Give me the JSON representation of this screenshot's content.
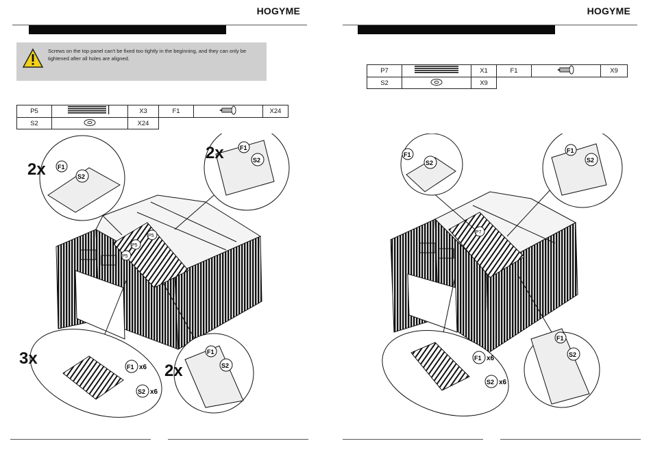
{
  "brand": "HOGYME",
  "left_page": {
    "warning_text": "Screws on the top panel can't be fixed too tightly in the beginning, and they can only be tightened after all holes are aligned.",
    "parts_table": {
      "row1": {
        "part": "P5",
        "qty": "X3",
        "fastener": "F1",
        "fastener_qty": "X24"
      },
      "row2": {
        "part": "S2",
        "qty": "X24"
      }
    },
    "callouts": {
      "top_left": "2x",
      "top_right": "2x",
      "bottom_left": "3x",
      "bottom_right": "2x"
    },
    "labels": {
      "f1": "F1",
      "s2": "S2",
      "p5": "P5",
      "f1_x6": "x6",
      "s2_x6": "x6"
    }
  },
  "right_page": {
    "parts_table": {
      "row1": {
        "part": "P7",
        "qty": "X1",
        "fastener": "F1",
        "fastener_qty": "X9"
      },
      "row2": {
        "part": "S2",
        "qty": "X9"
      }
    },
    "labels": {
      "f1": "F1",
      "s2": "S2",
      "p7": "P7",
      "f1_x6": "x6",
      "s2_x6": "x6"
    }
  }
}
